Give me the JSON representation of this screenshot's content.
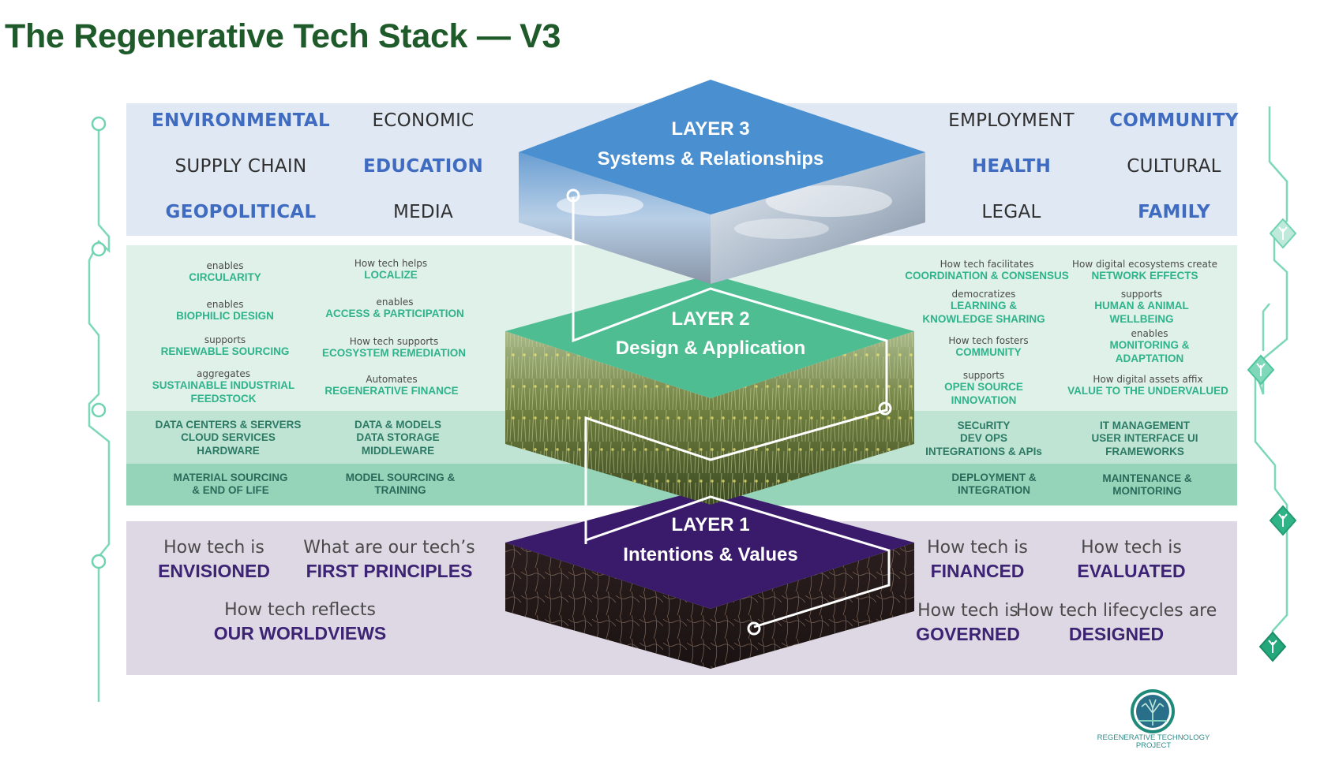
{
  "title": "The Regenerative Tech Stack — V3",
  "layer3": {
    "name": "LAYER 3",
    "subtitle": "Systems & Relationships",
    "left": {
      "environmental": "ENVIRONMENTAL",
      "economic": "ECONOMIC",
      "supply_chain": "SUPPLY CHAIN",
      "education": "EDUCATION",
      "geopolitical": "GEOPOLITICAL",
      "media": "MEDIA"
    },
    "right": {
      "employment": "EMPLOYMENT",
      "community": "COMMUNITY",
      "health": "HEALTH",
      "cultural": "CULTURAL",
      "legal": "LEGAL",
      "family": "FAMILY"
    }
  },
  "layer2": {
    "name": "LAYER 2",
    "subtitle": "Design & Application",
    "items": {
      "circularity": {
        "small": "enables",
        "bold": [
          "CIRCULARITY"
        ]
      },
      "localize": {
        "small": "How tech helps",
        "bold": [
          "LOCALIZE"
        ]
      },
      "biophilic": {
        "small": "enables",
        "bold": [
          "BIOPHILIC DESIGN"
        ]
      },
      "access": {
        "small": "enables",
        "bold": [
          "ACCESS & PARTICIPATION"
        ]
      },
      "renewable": {
        "small": "supports",
        "bold": [
          "RENEWABLE SOURCING"
        ]
      },
      "remediation": {
        "small": "How tech supports",
        "bold": [
          "ECOSYSTEM REMEDIATION"
        ]
      },
      "feedstock": {
        "small": "aggregates",
        "bold": [
          "SUSTAINABLE INDUSTRIAL",
          "FEEDSTOCK"
        ]
      },
      "finance": {
        "small": "Automates",
        "bold": [
          "REGENERATIVE FINANCE"
        ]
      },
      "coordination": {
        "small": "How tech facilitates",
        "bold": [
          "COORDINATION & CONSENSUS"
        ]
      },
      "network": {
        "small": "How digital ecosystems create",
        "bold": [
          "NETWORK EFFECTS"
        ]
      },
      "learning": {
        "small": "democratizes",
        "bold": [
          "LEARNING &",
          "KNOWLEDGE SHARING"
        ]
      },
      "wellbeing": {
        "small": "supports",
        "bold": [
          "HUMAN & ANIMAL",
          "WELLBEING"
        ]
      },
      "community": {
        "small": "How tech fosters",
        "bold": [
          "COMMUNITY"
        ]
      },
      "monitoring": {
        "small": "enables",
        "bold": [
          "MONITORING &",
          "ADAPTATION"
        ]
      },
      "opensource": {
        "small": "supports",
        "bold": [
          "OPEN SOURCE",
          "INNOVATION"
        ]
      },
      "undervalued": {
        "small": "How digital assets affix",
        "bold": [
          "VALUE TO THE UNDERVALUED"
        ]
      }
    },
    "infra": {
      "data_centers": [
        "DATA CENTERS & SERVERS",
        "CLOUD SERVICES",
        "HARDWARE"
      ],
      "data_models": [
        "DATA & MODELS",
        "DATA STORAGE",
        "MIDDLEWARE"
      ],
      "security": [
        "SECuRITY",
        "DEV OPS",
        "INTEGRATIONS & APIs"
      ],
      "it_mgmt": [
        "IT MANAGEMENT",
        "USER INTERFACE UI",
        "FRAMEWORKS"
      ]
    },
    "lifecycle": {
      "material": [
        "MATERIAL SOURCING",
        "& END OF LIFE"
      ],
      "model": [
        "MODEL SOURCING &",
        "TRAINING"
      ],
      "deployment": [
        "DEPLOYMENT &",
        "INTEGRATION"
      ],
      "maintenance": [
        "MAINTENANCE &",
        "MONITORING"
      ]
    }
  },
  "layer1": {
    "name": "LAYER 1",
    "subtitle": "Intentions & Values",
    "items": {
      "envisioned": {
        "small": "How tech is",
        "bold": "ENVISIONED"
      },
      "principles": {
        "small": "What are our tech’s",
        "bold": "FIRST PRINCIPLES"
      },
      "worldviews": {
        "small": "How tech reflects",
        "bold": "OUR WORLDVIEWS"
      },
      "financed": {
        "small": "How tech is",
        "bold": "FINANCED"
      },
      "evaluated": {
        "small": "How tech is",
        "bold": "EVALUATED"
      },
      "governed": {
        "small": "How tech is",
        "bold": "GOVERNED"
      },
      "designed": {
        "small": "How tech lifecycles are",
        "bold": "DESIGNED"
      }
    }
  },
  "logo": {
    "text_line1": "REGENERATIVE TECHNOLOGY",
    "text_line2": "PROJECT"
  },
  "colors": {
    "title": "#1e5a2a",
    "layer3_band": "#dfe8f3",
    "layer3_accent": "#3f6cc0",
    "layer2_band": "#e0f1e9",
    "layer2_accent": "#2eb38a",
    "layer2_infra": "#bfe4d3",
    "layer2_lifecycle": "#96d4ba",
    "layer1_band": "#ddd8e3",
    "layer1_accent": "#3d2373",
    "circuit": "#5fcfa8"
  }
}
